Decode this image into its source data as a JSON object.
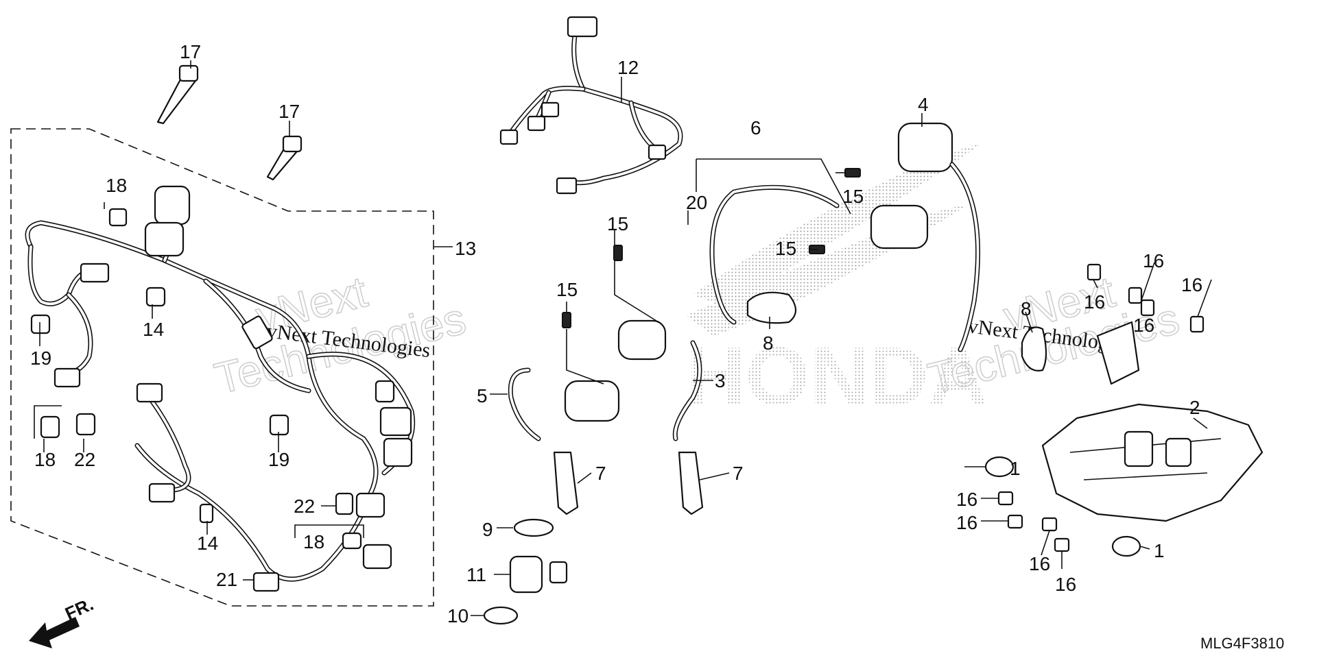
{
  "diagram": {
    "callouts": {
      "c1a": "1",
      "c1b": "1",
      "c2": "2",
      "c3": "3",
      "c4": "4",
      "c5": "5",
      "c6": "6",
      "c7a": "7",
      "c7b": "7",
      "c8a": "8",
      "c8b": "8",
      "c9": "9",
      "c10": "10",
      "c11": "11",
      "c12": "12",
      "c13": "13",
      "c14a": "14",
      "c14b": "14",
      "c15a": "15",
      "c15b": "15",
      "c15c": "15",
      "c15d": "15",
      "c16a": "16",
      "c16b": "16",
      "c16c": "16",
      "c16d": "16",
      "c16e": "16",
      "c16f": "16",
      "c16g": "16",
      "c16h": "16",
      "c17a": "17",
      "c17b": "17",
      "c18a": "18",
      "c18b": "18",
      "c18c": "18",
      "c19a": "19",
      "c19b": "19",
      "c20": "20",
      "c21": "21",
      "c22a": "22",
      "c22b": "22"
    },
    "watermarks": {
      "wm_a1": "vNext",
      "wm_a2": "Technologies",
      "wm_a3": "vNext Technologies",
      "wm_b1": "vNext",
      "wm_b2": "Technologies",
      "wm_b3": "vNext Technologies"
    },
    "brand_watermark": "HONDA",
    "direction_label": "FR.",
    "diagram_code": "MLG4F3810"
  }
}
